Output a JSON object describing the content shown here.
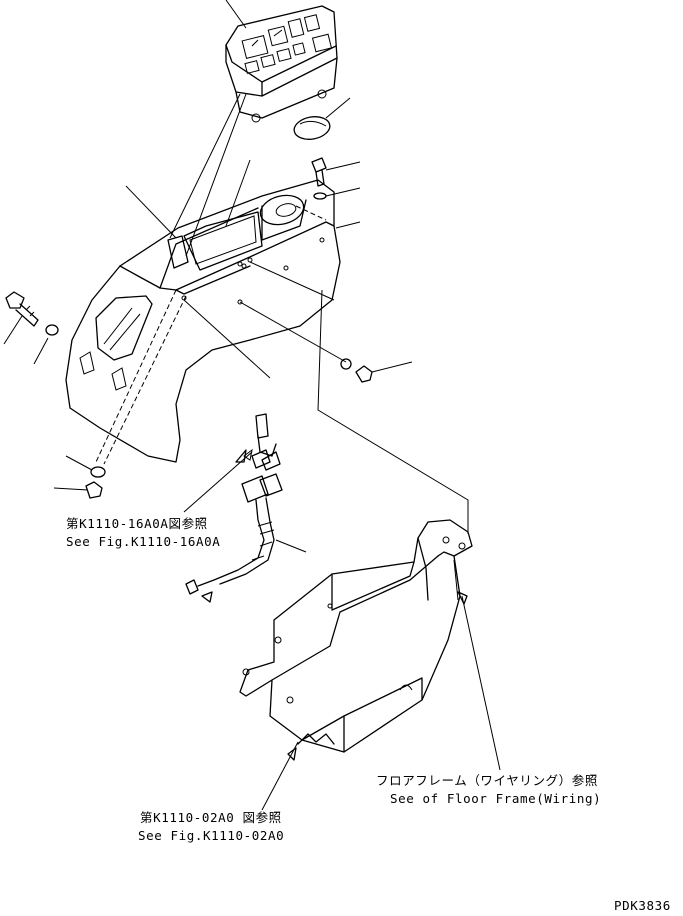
{
  "references": {
    "harness_jp": "第K1110-16A0A図参照",
    "harness_en": "See Fig.K1110-16A0A",
    "floor_frame_jp": "フロアフレーム（ワイヤリング）参照",
    "floor_frame_en": "See of Floor Frame(Wiring)",
    "panel_jp": "第K1110-02A0 図参照",
    "panel_en": "See Fig.K1110-02A0"
  },
  "drawing_code": "PDK3836"
}
